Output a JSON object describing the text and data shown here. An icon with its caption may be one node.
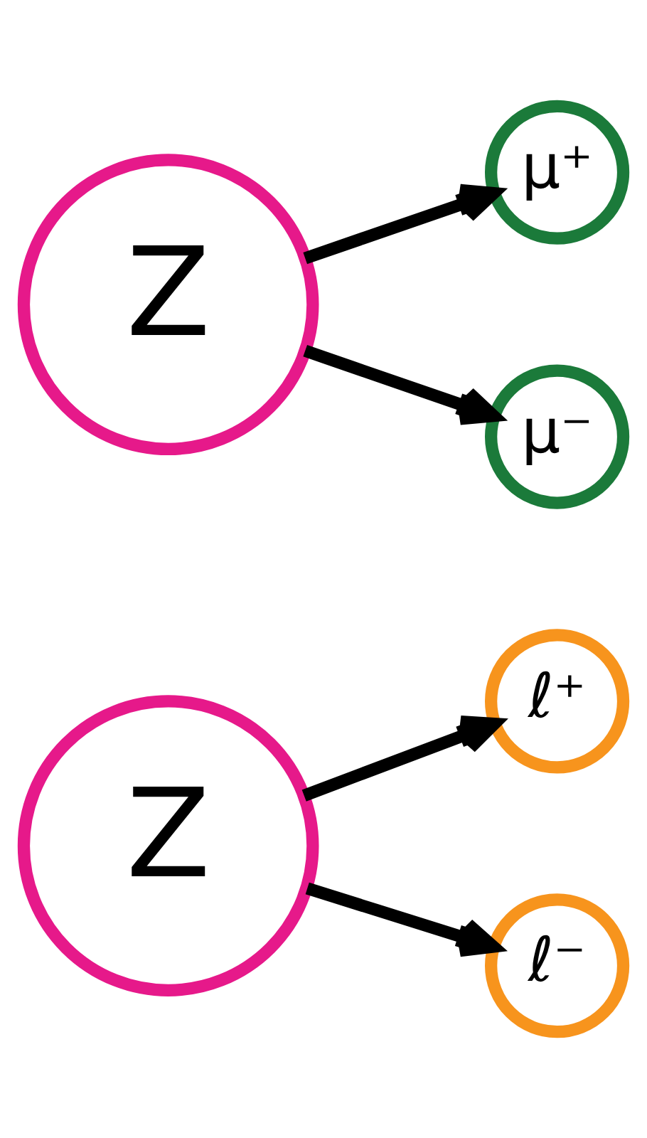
{
  "diagram": {
    "nodes": [
      {
        "text": [
          "Z"
        ]
      },
      {
        "text": [
          "ℓ⁺"
        ]
      },
      {
        "text": [
          "ℓ⁻"
        ]
      },
      {
        "text": [
          "Z"
        ]
      },
      {
        "text": [
          "μ⁺"
        ]
      },
      {
        "text": [
          "μ⁻"
        ]
      }
    ],
    "edges": [
      {
        "from": 0,
        "to": 1,
        "arrow": "to"
      },
      {
        "from": 0,
        "to": 2,
        "arrow": "to"
      },
      {
        "from": 3,
        "to": 4,
        "arrow": "to"
      },
      {
        "from": 3,
        "to": 5,
        "arrow": "to"
      }
    ]
  }
}
